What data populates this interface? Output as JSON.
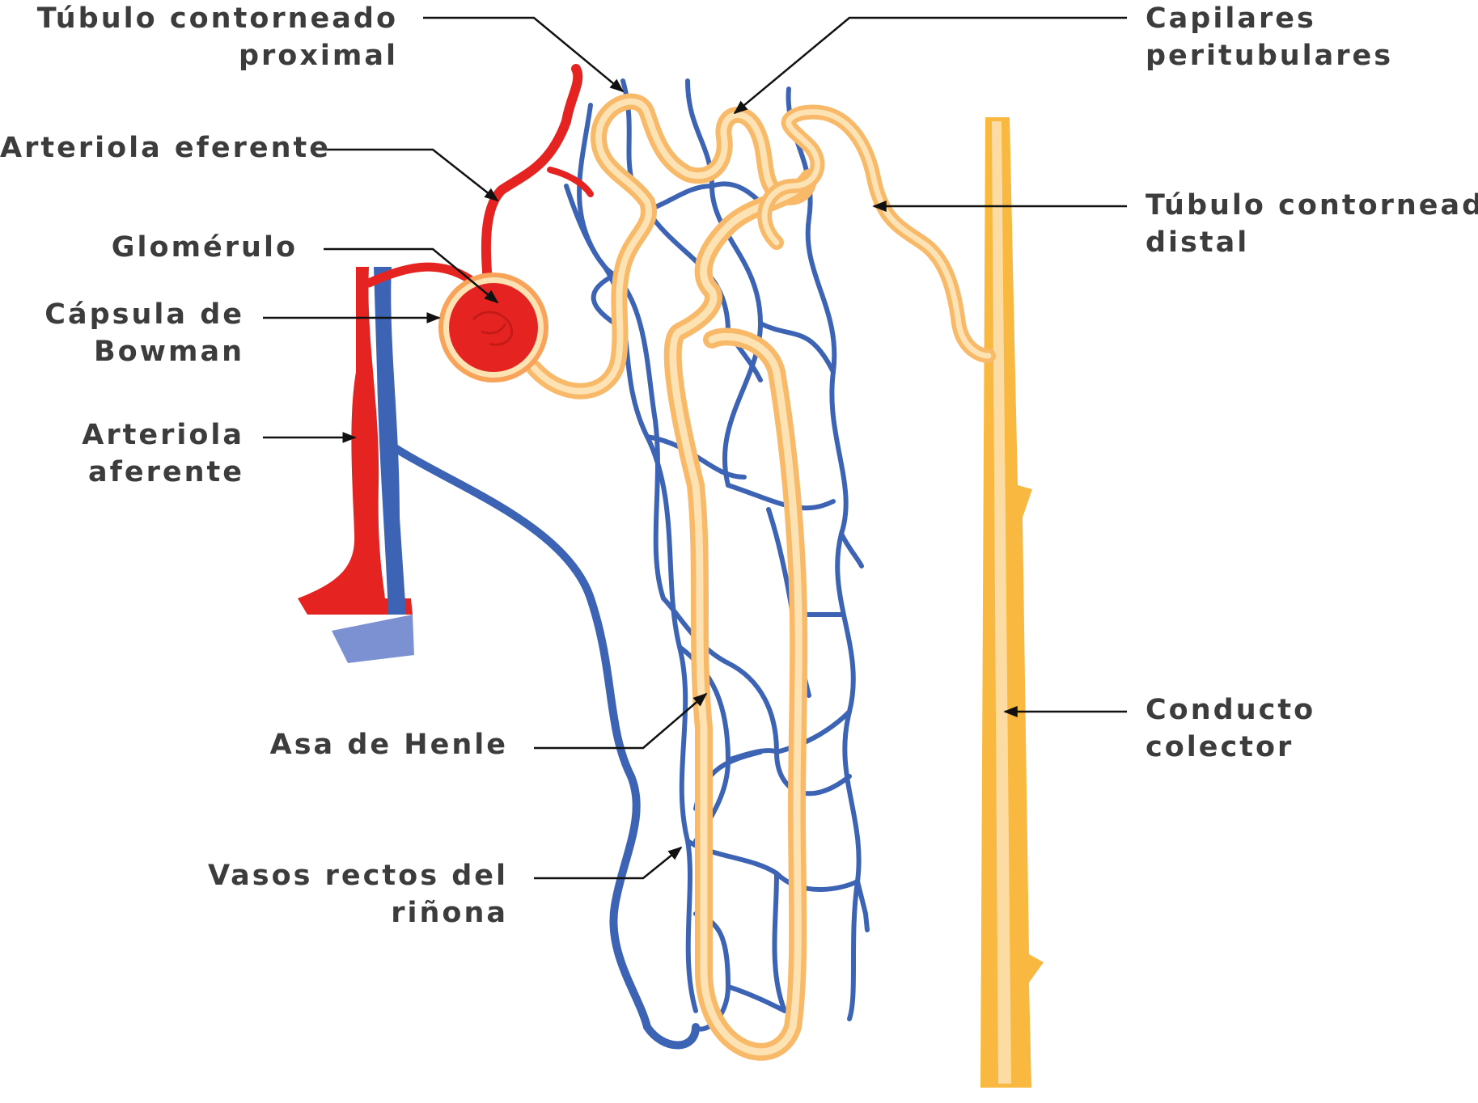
{
  "colors": {
    "artery": "#e52421",
    "vein": "#3d64b4",
    "tubule": "#f8b968",
    "tubule_light": "#fde2b4",
    "collector": "#f9b83f",
    "text": "#3c3c3c",
    "leader": "#111111"
  },
  "labels": {
    "proximal": {
      "line1": "Túbulo contorneado",
      "line2": "proximal"
    },
    "efferent": {
      "line1": "Arteriola eferente"
    },
    "glomerulus": {
      "line1": "Glomérulo"
    },
    "bowman": {
      "line1": "Cápsula de",
      "line2": "Bowman"
    },
    "afferent": {
      "line1": "Arteriola",
      "line2": "aferente"
    },
    "henle": {
      "line1": "Asa de Henle"
    },
    "vasa_recta": {
      "line1": "Vasos rectos del",
      "line2": "riñona"
    },
    "capillaries": {
      "line1": "Capilares",
      "line2": "peritubulares"
    },
    "distal": {
      "line1": "Túbulo contorneado",
      "line2": "distal"
    },
    "collecting": {
      "line1": "Conducto",
      "line2": "colector"
    }
  }
}
